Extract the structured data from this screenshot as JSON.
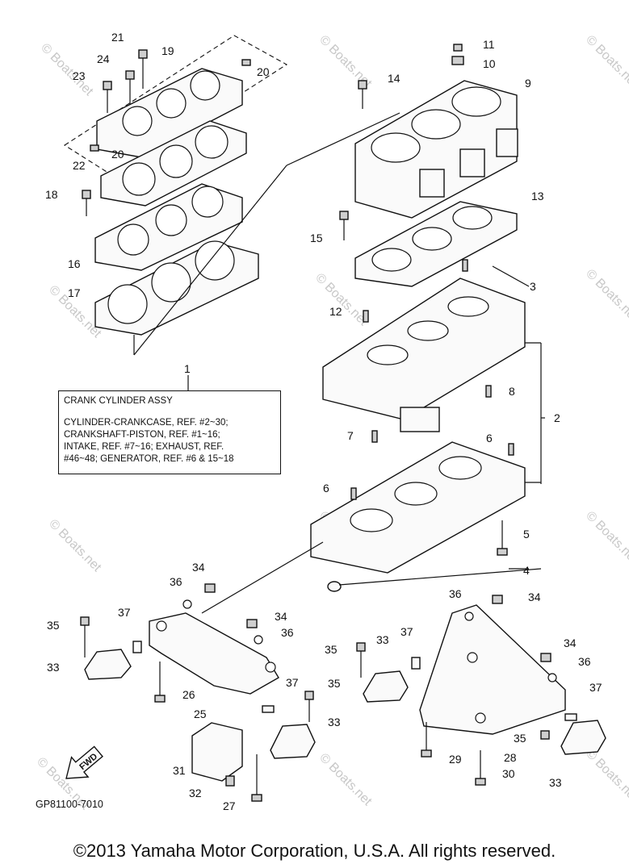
{
  "assembly_box": {
    "title": "CRANK CYLINDER ASSY",
    "notes": [
      "CYLINDER-CRANKCASE, REF. #2~30;",
      "CRANKSHAFT-PISTON, REF. #1~16;",
      "INTAKE, REF. #7~16; EXHAUST, REF.",
      "#46~48; GENERATOR, REF. #6 & 15~18"
    ]
  },
  "callouts": [
    "21",
    "19",
    "24",
    "23",
    "20",
    "20",
    "22",
    "18",
    "16",
    "17",
    "11",
    "10",
    "14",
    "9",
    "13",
    "15",
    "3",
    "12",
    "8",
    "1",
    "7",
    "2",
    "6",
    "6",
    "5",
    "4",
    "34",
    "36",
    "37",
    "35",
    "33",
    "34",
    "36",
    "26",
    "37",
    "25",
    "35",
    "31",
    "33",
    "32",
    "27",
    "36",
    "34",
    "37",
    "33",
    "35",
    "34",
    "36",
    "37",
    "35",
    "28",
    "33",
    "29",
    "30"
  ],
  "fwd_label": "FWD",
  "diagram_code": "GP81100-7010",
  "watermark": "© Boats.net",
  "copyright": "©2013 Yamaha Motor Corporation, U.S.A. All rights reserved.",
  "colors": {
    "ink": "#111111",
    "watermark": "#c8c8c8",
    "background": "#ffffff"
  }
}
